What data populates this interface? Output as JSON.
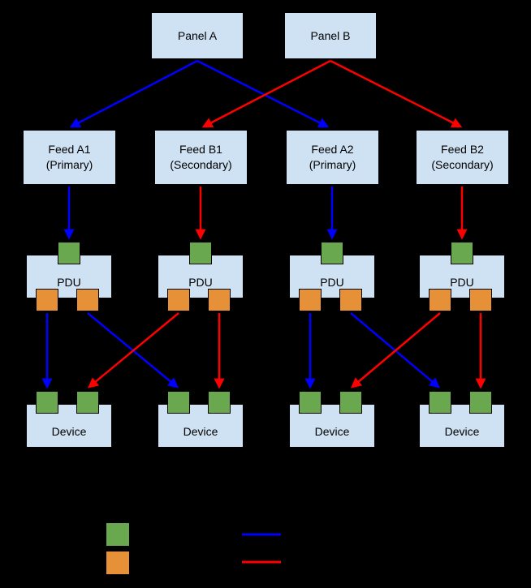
{
  "diagram": {
    "panels": [
      {
        "label": "Panel A"
      },
      {
        "label": "Panel B"
      }
    ],
    "feeds": [
      {
        "line1": "Feed A1",
        "line2": "(Primary)"
      },
      {
        "line1": "Feed B1",
        "line2": "(Secondary)"
      },
      {
        "line1": "Feed A2",
        "line2": "(Primary)"
      },
      {
        "line1": "Feed B2",
        "line2": "(Secondary)"
      }
    ],
    "pdus": [
      {
        "label": "PDU"
      },
      {
        "label": "PDU"
      },
      {
        "label": "PDU"
      },
      {
        "label": "PDU"
      }
    ],
    "devices": [
      {
        "label": "Device"
      },
      {
        "label": "Device"
      },
      {
        "label": "Device"
      },
      {
        "label": "Device"
      }
    ],
    "legend": {
      "items": [
        {
          "name": "input-port-swatch",
          "color": "#6aa84f"
        },
        {
          "name": "output-port-swatch",
          "color": "#e69138"
        },
        {
          "name": "primary-path-line",
          "color": "#0000ff"
        },
        {
          "name": "secondary-path-line",
          "color": "#ff0000"
        }
      ]
    },
    "colors": {
      "background": "#000000",
      "node_fill": "#cfe2f3",
      "node_border": "#000000",
      "input_port_fill": "#6aa84f",
      "output_port_fill": "#e69138",
      "port_border": "#000000",
      "primary_line": "#0000ff",
      "secondary_line": "#ff0000",
      "text": "#000000"
    }
  }
}
